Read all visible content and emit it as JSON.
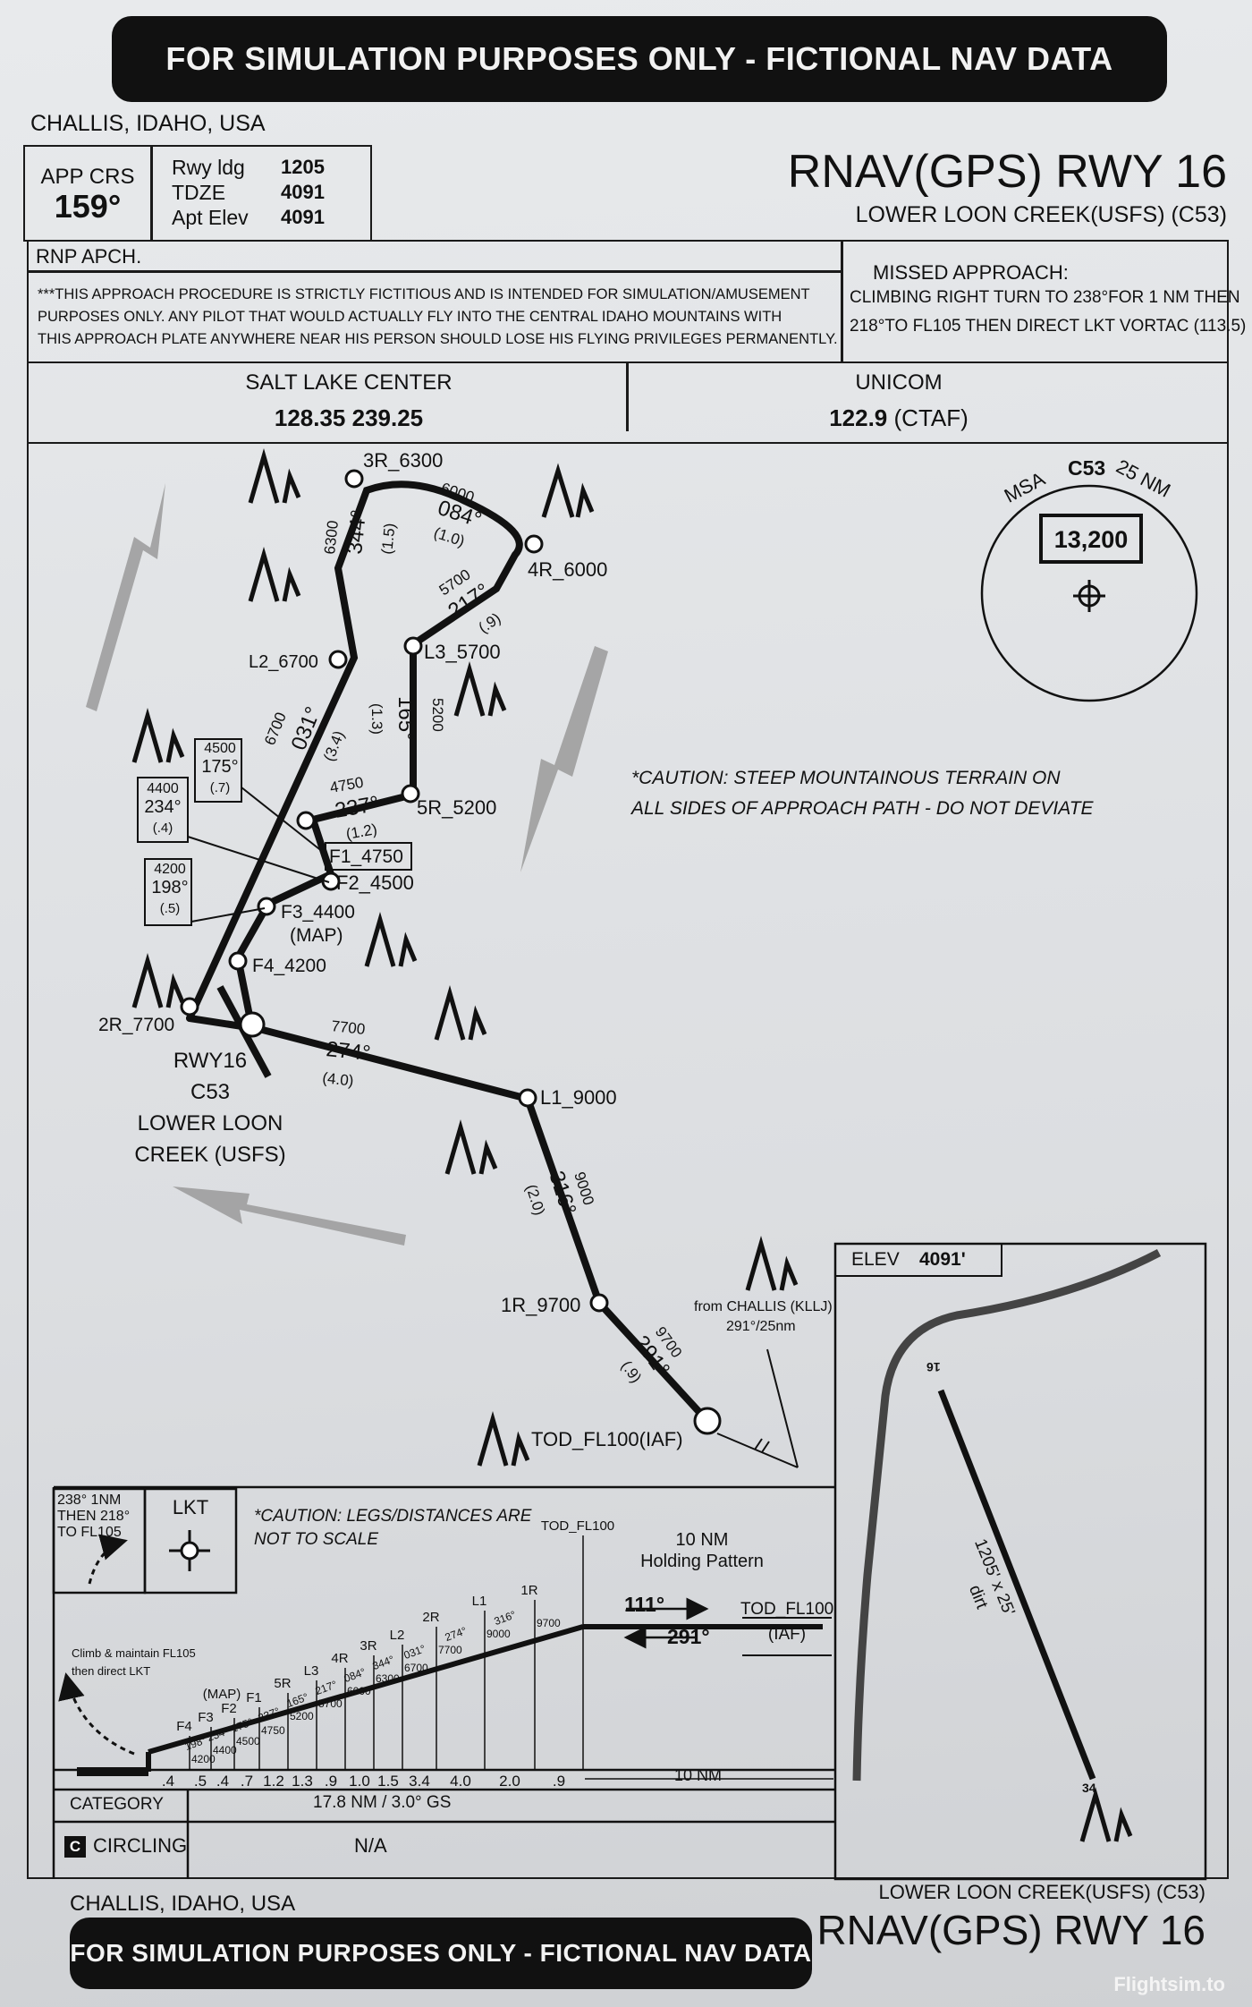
{
  "banner": "FOR SIMULATION PURPOSES ONLY - FICTIONAL NAV DATA",
  "location": "CHALLIS, IDAHO, USA",
  "header": {
    "app_crs_label": "APP CRS",
    "app_crs_value": "159°",
    "rwy_ldg_label": "Rwy ldg",
    "rwy_ldg_value": "1205",
    "tdze_label": "TDZE",
    "tdze_value": "4091",
    "apt_elev_label": "Apt Elev",
    "apt_elev_value": "4091",
    "title": "RNAV(GPS) RWY 16",
    "airport": "LOWER LOON CREEK(USFS) (C53)"
  },
  "notes": {
    "rnp": "RNP APCH.",
    "disclaimer_1": "***THIS APPROACH PROCEDURE IS STRICTLY FICTITIOUS AND IS INTENDED FOR SIMULATION/AMUSEMENT",
    "disclaimer_2": "PURPOSES ONLY.  ANY PILOT THAT WOULD ACTUALLY FLY INTO THE CENTRAL IDAHO MOUNTAINS WITH",
    "disclaimer_3": "THIS APPROACH PLATE ANYWHERE NEAR HIS PERSON SHOULD LOSE HIS FLYING PRIVILEGES PERMANENTLY.",
    "missed_title": "MISSED APPROACH:",
    "missed_1": "CLIMBING RIGHT TURN TO 238°FOR 1 NM THEN",
    "missed_2": "218°TO FL105 THEN DIRECT LKT VORTAC (113.5)"
  },
  "comms": {
    "center_name": "SALT LAKE CENTER",
    "center_freqs": "128.35  239.25",
    "unicom_name": "UNICOM",
    "unicom_freq": "122.9",
    "unicom_suffix": "(CTAF)"
  },
  "msa": {
    "label": "MSA",
    "ident": "C53",
    "radius": "25 NM",
    "altitude": "13,200"
  },
  "plan": {
    "caution": [
      "*CAUTION: STEEP MOUNTAINOUS TERRAIN ON",
      "ALL SIDES OF APPROACH PATH - DO NOT DEVIATE"
    ],
    "fixes": {
      "r3": "3R_6300",
      "r4": "4R_6000",
      "l2": "L2_6700",
      "l3": "L3_5700",
      "r5": "5R_5200",
      "f1": "F1_4750",
      "f2": "F2_4500",
      "f3": "F3_4400",
      "map": "(MAP)",
      "f4": "F4_4200",
      "r2": "2R_7700",
      "l1": "L1_9000",
      "r1": "1R_9700",
      "tod": "TOD_FL100(IAF)"
    },
    "airport_lines": [
      "RWY16",
      "C53",
      "LOWER LOON",
      "CREEK (USFS)"
    ],
    "from_challis": [
      "from CHALLIS (KLLJ)",
      "291°/25nm"
    ],
    "legs": {
      "a_alt": "6000",
      "a_crs": "084°",
      "a_dist": "(1.0)",
      "b_alt": "6300",
      "b_crs": "344°",
      "b_dist": "(1.5)",
      "c_alt": "5700",
      "c_crs": "217°",
      "c_dist": "(.9)",
      "d_alt": "5200",
      "d_crs": "165°",
      "d_dist": "(1.3)",
      "e_alt": "6700",
      "e_crs": "031°",
      "e_dist": "(3.4)",
      "f_alt": "4750",
      "f_crs": "237°",
      "f_dist": "(1.2)",
      "g_alt": "7700",
      "g_crs": "274°",
      "g_dist": "(4.0)",
      "h_alt": "9000",
      "h_crs": "316°",
      "h_dist": "(2.0)",
      "i_alt": "9700",
      "i_crs": "291°",
      "i_dist": "(.9)"
    },
    "boxes": [
      {
        "alt": "4500",
        "crs": "175°",
        "dist": "(.7)"
      },
      {
        "alt": "4400",
        "crs": "234°",
        "dist": "(.4)"
      },
      {
        "alt": "4200",
        "crs": "198°",
        "dist": "(.5)"
      }
    ]
  },
  "airport_diagram": {
    "elev_label": "ELEV",
    "elev_value": "4091'",
    "rwy_top": "16",
    "rwy_bottom": "34",
    "rwy_dims": "1205' x 25'",
    "surface": "dirt"
  },
  "profile": {
    "missed_icon_text": [
      "238° 1NM",
      "THEN 218°",
      "TO FL105"
    ],
    "lkt": "LKT",
    "caution": [
      "*CAUTION: LEGS/DISTANCES ARE",
      "NOT TO SCALE"
    ],
    "climb": [
      "Climb & maintain FL105",
      "then direct LKT"
    ],
    "holding": [
      "10 NM",
      "Holding Pattern"
    ],
    "hold_in": "111°",
    "hold_out": "291°",
    "hold_fix": [
      "TOD_FL100",
      "(IAF)"
    ],
    "fix_labels": [
      "F4",
      "F3",
      "F2",
      "F1",
      "5R",
      "L3",
      "4R",
      "3R",
      "L2",
      "2R",
      "L1",
      "1R",
      "TOD_FL100"
    ],
    "map_label": "(MAP)",
    "courses": [
      "198°",
      "234°",
      "175°",
      "237°",
      "165°",
      "217°",
      "084°",
      "344°",
      "031°",
      "274°",
      "316°"
    ],
    "altitudes": [
      "4200",
      "4400",
      "4500",
      "4750",
      "5200",
      "5700",
      "6000",
      "6300",
      "6700",
      "7700",
      "9000",
      "9700"
    ],
    "distances": [
      ".4",
      ".5",
      ".4",
      ".7",
      "1.2",
      "1.3",
      ".9",
      "1.0",
      "1.5",
      "3.4",
      "4.0",
      "2.0",
      ".9"
    ],
    "hold_distance": "10 NM",
    "category_label": "CATEGORY",
    "gs": "17.8 NM / 3.0° GS",
    "circling_icon": "C",
    "circling_label": "CIRCLING",
    "circling_value": "N/A"
  },
  "footer": {
    "location": "CHALLIS, IDAHO, USA",
    "airport": "LOWER LOON CREEK(USFS) (C53)",
    "title": "RNAV(GPS) RWY 16",
    "banner": "FOR SIMULATION PURPOSES ONLY - FICTIONAL NAV DATA",
    "watermark": "Flightsim.to"
  }
}
